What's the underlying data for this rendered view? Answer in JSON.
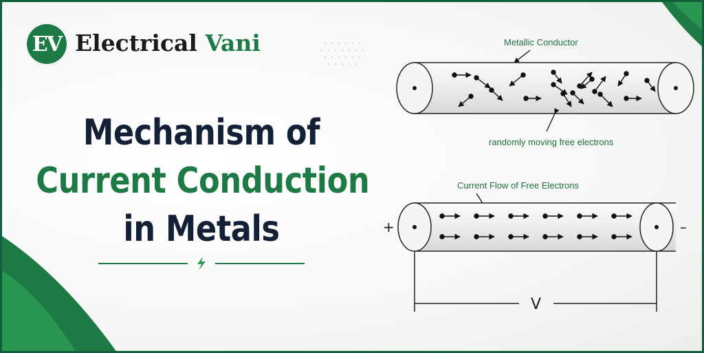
{
  "brand": {
    "logo_mark": "EV",
    "name_part1": "Electrical",
    "name_part2": "Vani"
  },
  "title": {
    "line1": "Mechanism of",
    "line2": "Current Conduction",
    "line3": "in Metals"
  },
  "diagram": {
    "top_label": "Metallic Conductor",
    "random_label": "randomly moving free electrons",
    "flow_label": "Current Flow of Free Electrons",
    "plus_sign": "+",
    "minus_sign": "–",
    "voltage_label": "V"
  },
  "colors": {
    "brand_green": "#1e7a45",
    "dark_navy": "#142036",
    "accent_green": "#2a9a52"
  },
  "icons": [
    "lightning-bolt-icon"
  ]
}
